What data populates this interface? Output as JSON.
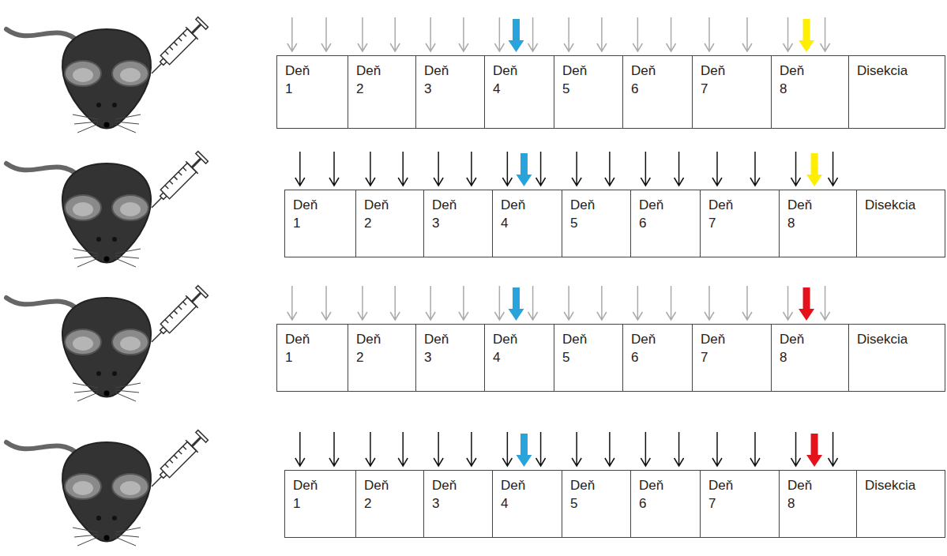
{
  "diagram": {
    "nodes": [
      {
        "text": [
          "Deň 1"
        ]
      },
      {
        "text": [
          "Deň 2"
        ]
      },
      {
        "text": [
          "Deň 3"
        ]
      },
      {
        "text": [
          "Deň 4"
        ]
      },
      {
        "text": [
          "Deň 5"
        ]
      },
      {
        "text": [
          "Deň 6"
        ]
      },
      {
        "text": [
          "Deň 7"
        ]
      },
      {
        "text": [
          "Deň 8"
        ]
      },
      {
        "text": [
          "Disekcia"
        ]
      },
      {
        "text": [
          "Deň 1"
        ]
      },
      {
        "text": [
          "Deň 2"
        ]
      },
      {
        "text": [
          "Deň 3"
        ]
      },
      {
        "text": [
          "Deň 4"
        ]
      },
      {
        "text": [
          "Deň 5"
        ]
      },
      {
        "text": [
          "Deň 6"
        ]
      },
      {
        "text": [
          "Deň 7"
        ]
      },
      {
        "text": [
          "Deň 8"
        ]
      },
      {
        "text": [
          "Disekcia"
        ]
      },
      {
        "text": [
          "Deň 1"
        ]
      },
      {
        "text": [
          "Deň 2"
        ]
      },
      {
        "text": [
          "Deň 3"
        ]
      },
      {
        "text": [
          "Deň 4"
        ]
      },
      {
        "text": [
          "Deň 5"
        ]
      },
      {
        "text": [
          "Deň 6"
        ]
      },
      {
        "text": [
          "Deň 7"
        ]
      },
      {
        "text": [
          "Deň 8"
        ]
      },
      {
        "text": [
          "Disekcia"
        ]
      },
      {
        "text": [
          "Deň 1"
        ]
      },
      {
        "text": [
          "Deň 2"
        ]
      },
      {
        "text": [
          "Deň 3"
        ]
      },
      {
        "text": [
          "Deň 4"
        ]
      },
      {
        "text": [
          "Deň 5"
        ]
      },
      {
        "text": [
          "Deň 6"
        ]
      },
      {
        "text": [
          "Deň 7"
        ]
      },
      {
        "text": [
          "Deň 8"
        ]
      },
      {
        "text": [
          "Disekcia"
        ]
      }
    ]
  }
}
